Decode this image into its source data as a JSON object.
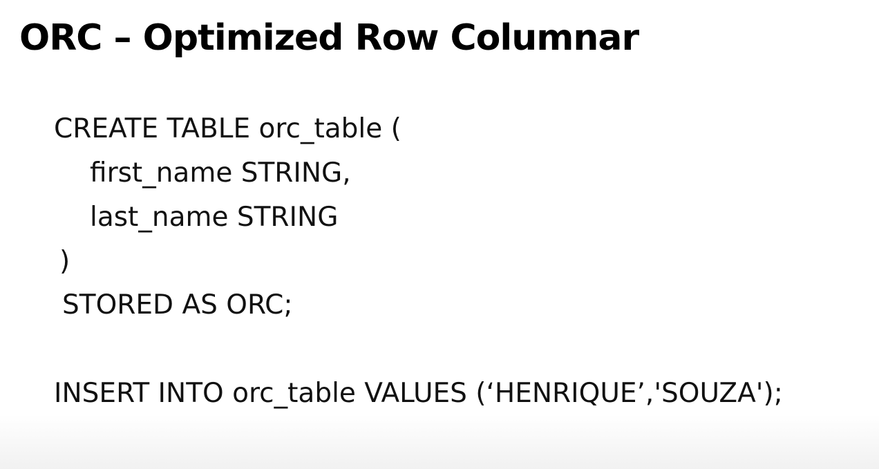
{
  "slide": {
    "title": "ORC – Optimized Row Columnar",
    "code_lines": [
      "CREATE TABLE orc_table (",
      "first_name STRING,",
      "last_name STRING",
      ")",
      "STORED AS ORC;",
      "INSERT INTO orc_table VALUES (‘HENRIQUE’,'SOUZA');"
    ]
  }
}
